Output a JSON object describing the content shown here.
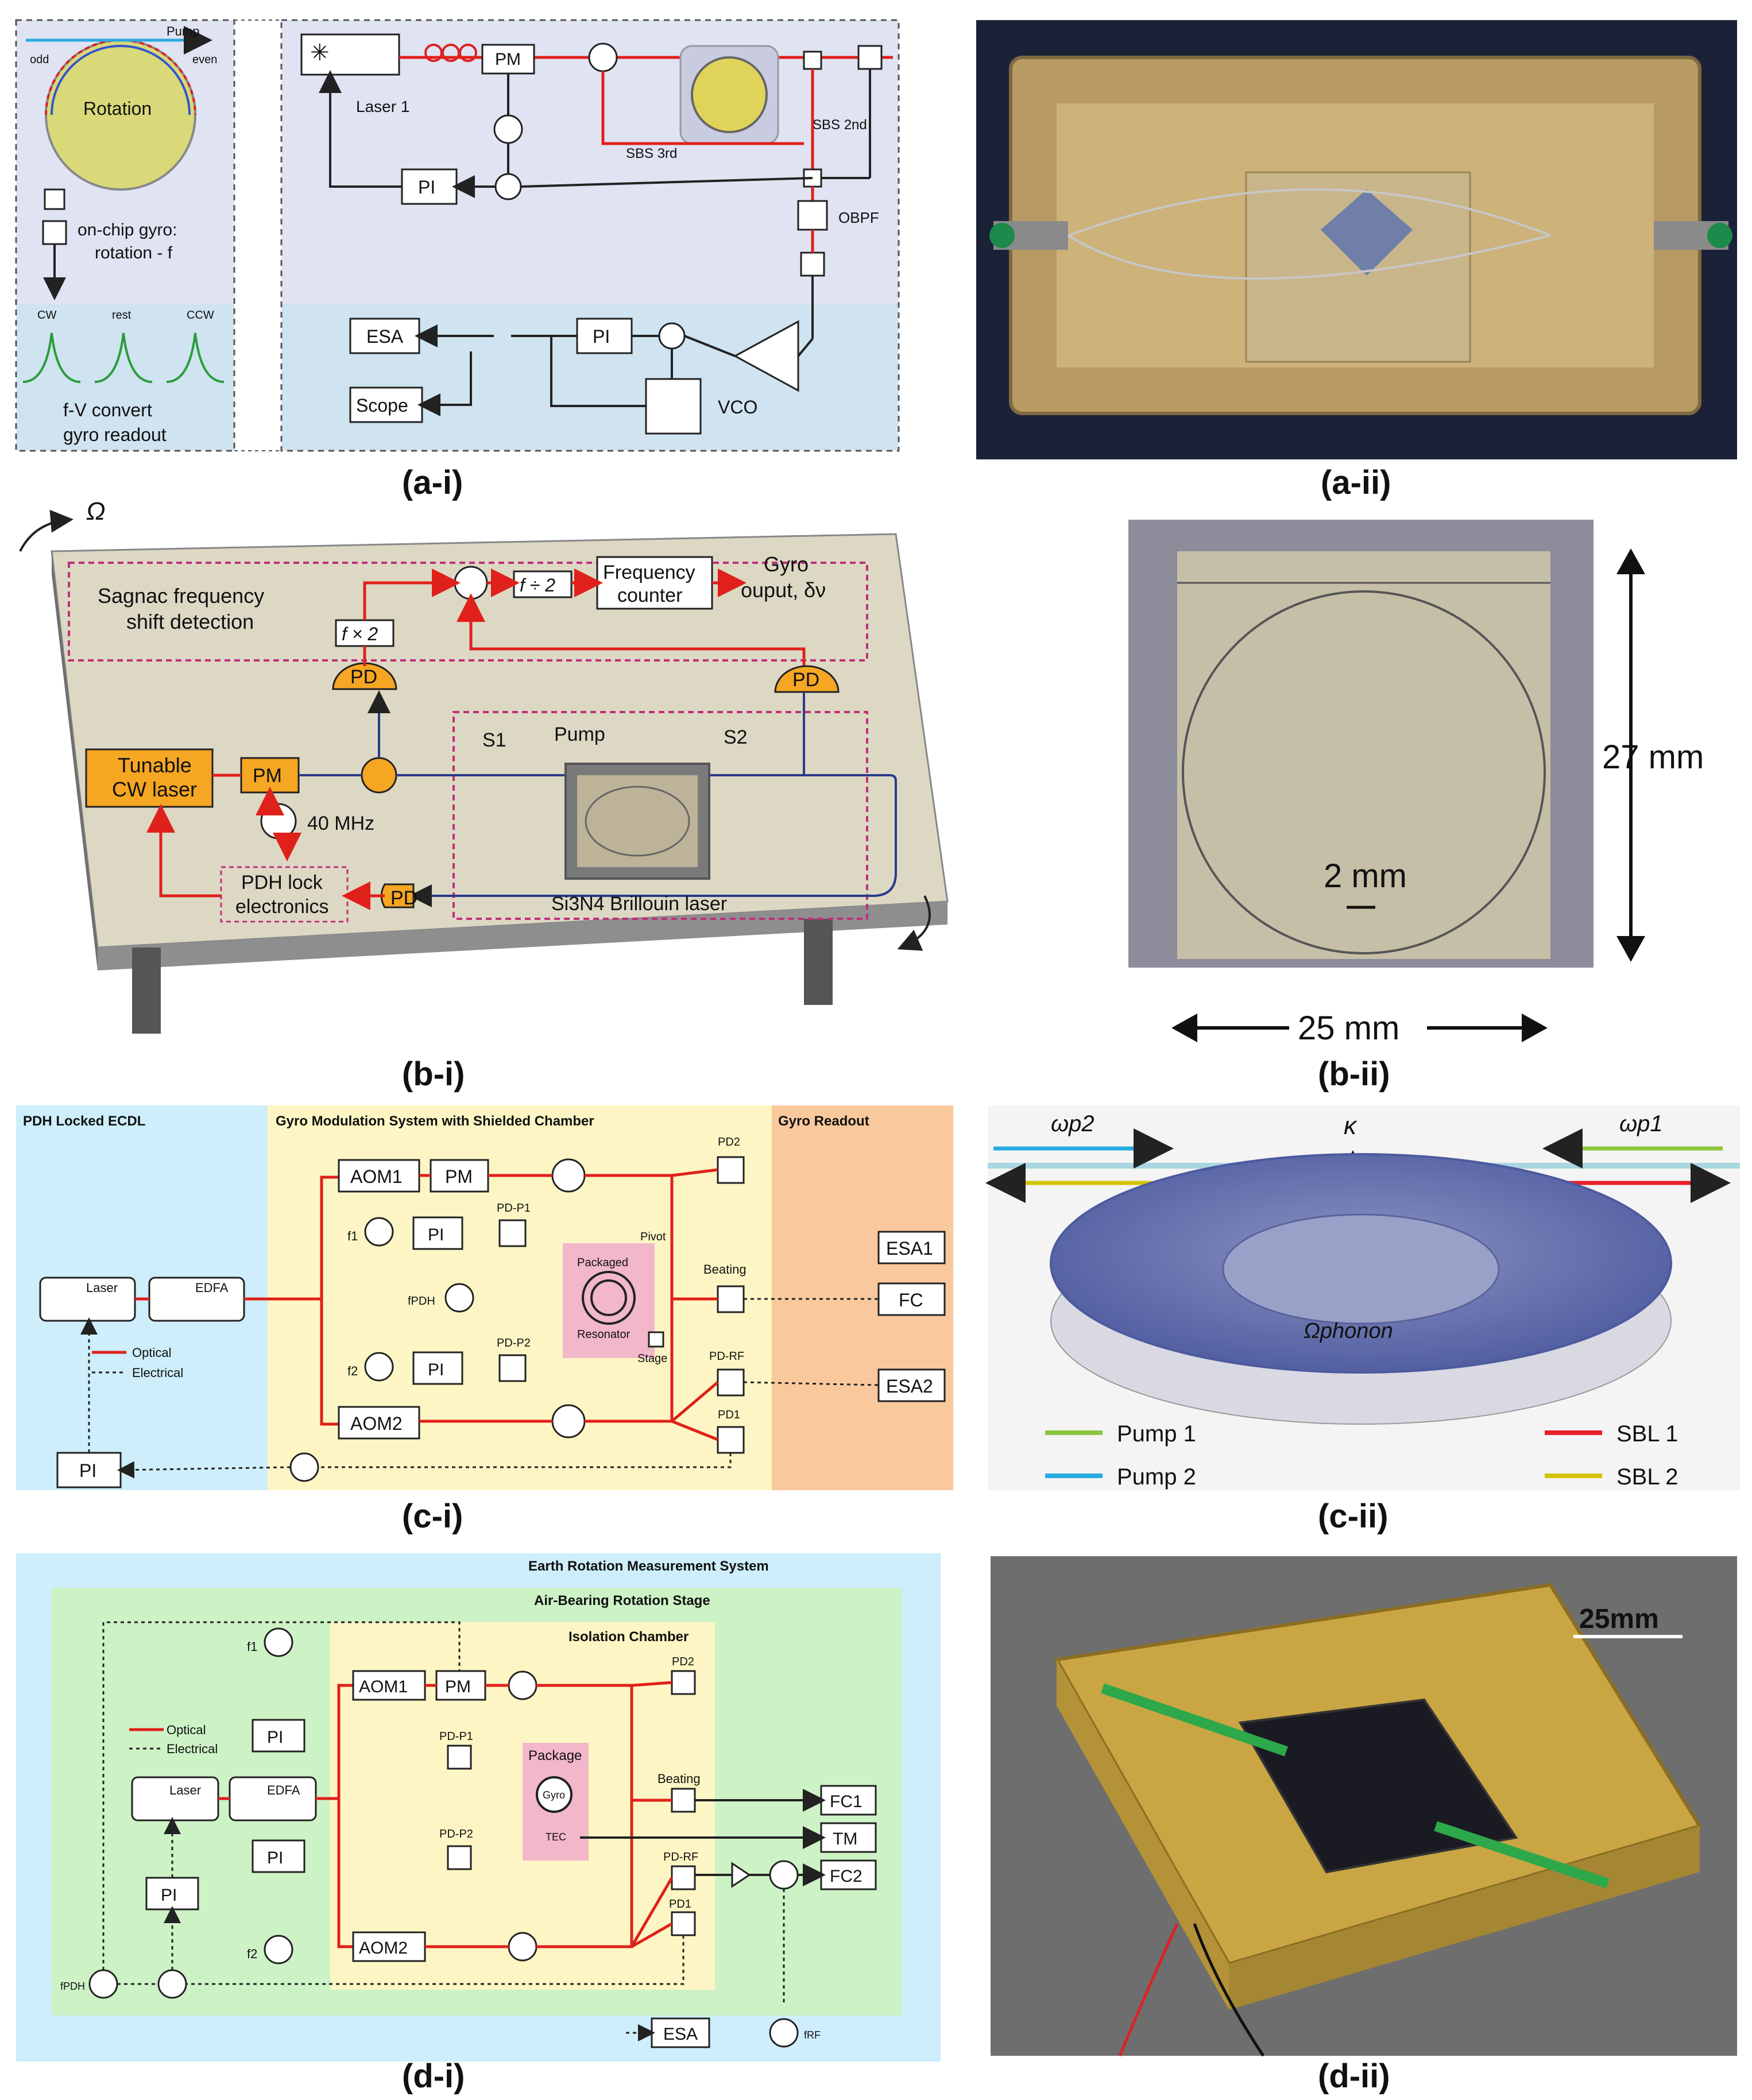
{
  "captions": {
    "ai": "(a-i)",
    "aii": "(a-ii)",
    "bi": "(b-i)",
    "bii": "(b-ii)",
    "ci": "(c-i)",
    "cii": "(c-ii)",
    "di": "(d-i)",
    "dii": "(d-ii)"
  },
  "panel_ai": {
    "pump": "Pump",
    "odd": "odd",
    "even": "even",
    "rotation": "Rotation",
    "onchip_1": "on-chip gyro:",
    "onchip_2": "rotation - f",
    "cw": "CW",
    "rest": "rest",
    "ccw": "CCW",
    "fv_1": "f-V convert",
    "fv_2": "gyro readout",
    "laser1": "Laser 1",
    "pm": "PM",
    "pi_top": "PI",
    "sbs3": "SBS 3rd",
    "sbs2": "SBS 2nd",
    "obpf": "OBPF",
    "esa": "ESA",
    "scope": "Scope",
    "pi_bottom": "PI",
    "vco": "VCO"
  },
  "panel_bi": {
    "omega": "Ω",
    "sagnac_1": "Sagnac frequency",
    "sagnac_2": "shift detection",
    "fdiv2": "f ÷ 2",
    "fcounter_1": "Frequency",
    "fcounter_2": "counter",
    "gyro_1": "Gyro",
    "gyro_2": "ouput, δν",
    "fx2": "f × 2",
    "pd_left": "PD",
    "pd_right": "PD",
    "pd_bottom": "PD",
    "laser_1": "Tunable",
    "laser_2": "CW laser",
    "pm": "PM",
    "mhz": "40 MHz",
    "s1": "S1",
    "pump": "Pump",
    "s2": "S2",
    "brillouin": "Si3N4 Brillouin laser",
    "pdh_1": "PDH lock",
    "pdh_2": "electronics"
  },
  "panel_bii": {
    "height": "27 mm",
    "scale": "2 mm",
    "width": "25 mm"
  },
  "panel_ci": {
    "sec1": "PDH Locked ECDL",
    "sec2": "Gyro Modulation System with Shielded Chamber",
    "sec3": "Gyro Readout",
    "laser": "Laser",
    "edfa": "EDFA",
    "optical": "Optical",
    "electrical": "Electrical",
    "pi_left": "PI",
    "aom1": "AOM1",
    "aom2": "AOM2",
    "pm": "PM",
    "f1": "f1",
    "f2": "f2",
    "fpdh": "fPDH",
    "pi1": "PI",
    "pi2": "PI",
    "pdp1": "PD-P1",
    "pdp2": "PD-P2",
    "packaged": "Packaged",
    "resonator": "Resonator",
    "pivot": "Pivot",
    "stage": "Stage",
    "pd2": "PD2",
    "beating": "Beating",
    "pdrf": "PD-RF",
    "pd1": "PD1",
    "esa1": "ESA1",
    "fc": "FC",
    "esa2": "ESA2"
  },
  "panel_cii": {
    "wp2": "ωp2",
    "wp1": "ωp1",
    "kappa": "κ",
    "phonon": "Ωphonon",
    "pump1": "Pump 1",
    "pump2": "Pump 2",
    "sbl1": "SBL 1",
    "sbl2": "SBL 2",
    "colors": {
      "pump1": "#8cc63f",
      "pump2": "#29abe2",
      "sbl1": "#e8202a",
      "sbl2": "#d4c400"
    }
  },
  "panel_di": {
    "sys": "Earth Rotation Measurement System",
    "stage": "Air-Bearing Rotation Stage",
    "chamber": "Isolation Chamber",
    "optical": "Optical",
    "electrical": "Electrical",
    "laser": "Laser",
    "edfa": "EDFA",
    "aom1": "AOM1",
    "aom2": "AOM2",
    "pm": "PM",
    "pi_a": "PI",
    "pi_b": "PI",
    "pi_c": "PI",
    "f1": "f1",
    "f2": "f2",
    "fpdh": "fPDH",
    "frf": "fRF",
    "pdp1": "PD-P1",
    "pdp2": "PD-P2",
    "package": "Package",
    "gyro": "Gyro",
    "tec": "TEC",
    "pd2": "PD2",
    "beating": "Beating",
    "pdrf": "PD-RF",
    "pd1": "PD1",
    "fc1": "FC1",
    "tm": "TM",
    "fc2": "FC2",
    "esa": "ESA"
  },
  "panel_dii": {
    "scale": "25mm"
  }
}
